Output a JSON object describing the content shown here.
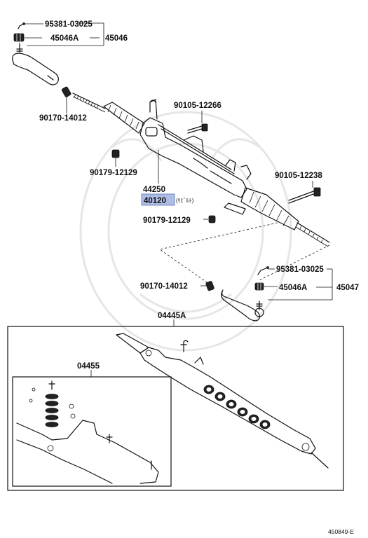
{
  "parts": {
    "clip_top": "95381-03025",
    "nut_top": "45046A",
    "tie_rod_end_left": "45046",
    "lock_nut_left": "90170-14012",
    "bolt_upper": "90105-12266",
    "nut_mount_left": "90179-12129",
    "gear_assy": "44250",
    "rebuilt_code": "40120",
    "rebuilt_note": "(ﾘﾋﾞﾙﾄ)",
    "bolt_right": "90105-12238",
    "nut_mount_right": "90179-12129",
    "clip_right": "95381-03025",
    "lock_nut_right": "90170-14012",
    "nut_right": "45046A",
    "tie_rod_end_right": "45047",
    "gasket_kit": "04445A",
    "seal_kit": "04455"
  },
  "colors": {
    "highlight": "#aebde6",
    "line": "#111111"
  },
  "footer": {
    "ref_code": "450849-E"
  }
}
